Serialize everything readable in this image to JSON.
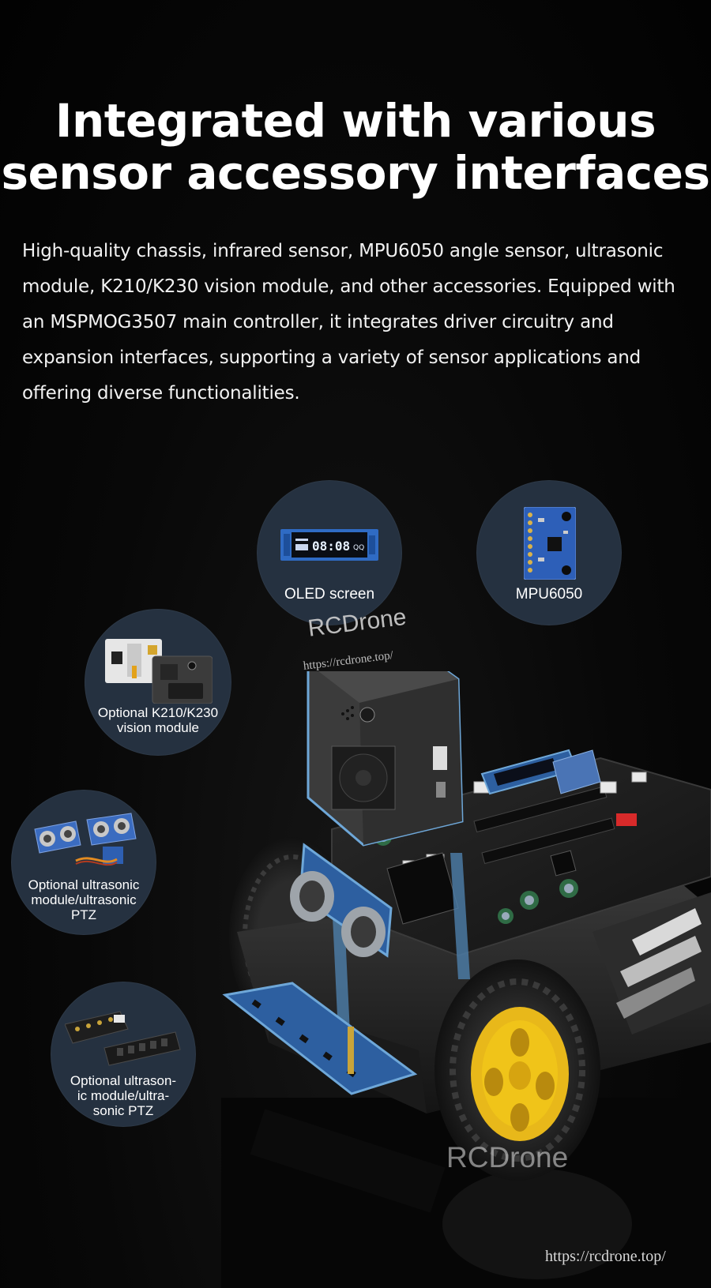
{
  "header": {
    "title_line1": "Integrated with various",
    "title_line2": "sensor accessory interfaces",
    "description": "High-quality chassis, infrared sensor, MPU6050 angle sensor, ultrasonic module, K210/K230 vision module, and other accessories. Equipped with an MSPMOG3507 main controller, it integrates driver circuitry and expansion interfaces, supporting a variety of sensor applications and offering diverse functionalities."
  },
  "features": {
    "oled": {
      "label": "OLED screen",
      "display_time": "08:08",
      "display_sub": "QQ"
    },
    "mpu": {
      "label": "MPU6050"
    },
    "k210": {
      "label_line1": "Optional K210/K230",
      "label_line2": "vision module"
    },
    "ultrasonic": {
      "label_line1": "Optional ultrasonic",
      "label_line2": "module/ultrasonic",
      "label_line3": "PTZ"
    },
    "tracking": {
      "label_line1": "Optional ultrason-",
      "label_line2": "ic module/ultra-",
      "label_line3": "sonic PTZ"
    }
  },
  "watermarks": {
    "brand_top": "RCDrone",
    "url_top": "https://rcdrone.top/",
    "brand_bottom": "RCDrone",
    "url_bottom": "https://rcdrone.top/"
  },
  "colors": {
    "background": "#050505",
    "circle_fill": "#253140",
    "accent_yellow": "#f0c419",
    "board_black": "#1a1a1a",
    "highlight_blue": "#6ea7d8"
  },
  "icons": {
    "oled": "oled-screen-icon",
    "mpu": "mpu6050-board-icon",
    "k210": "vision-module-icon",
    "ultrasonic": "ultrasonic-sensor-icon",
    "tracking": "line-tracking-sensor-icon",
    "robot": "robot-car-illustration"
  }
}
